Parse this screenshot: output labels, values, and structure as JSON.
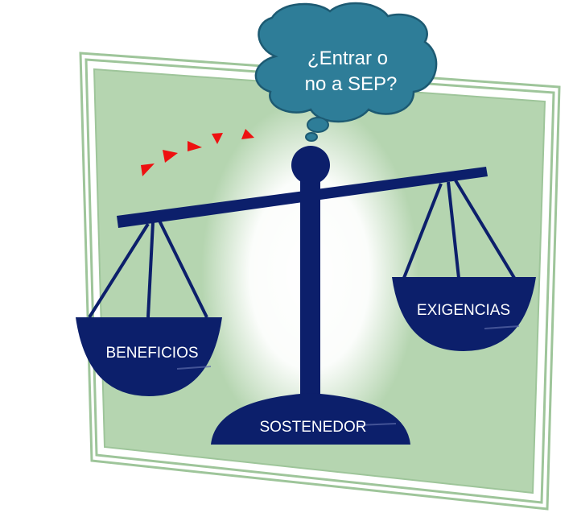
{
  "thought_bubble": {
    "line1": "¿Entrar o",
    "line2": "no a SEP?"
  },
  "labels": {
    "left_pan": "BENEFICIOS",
    "right_pan": "EXIGENCIAS",
    "base": "SOSTENEDOR"
  },
  "colors": {
    "frame_green": "#b5d5b0",
    "frame_border": "#9ec59a",
    "scale_navy": "#0c1f6b",
    "cloud_teal": "#2e7d98",
    "cloud_outline": "#1d5a72",
    "arrow_red": "#ee1111"
  },
  "arrows_count_shown": 5
}
